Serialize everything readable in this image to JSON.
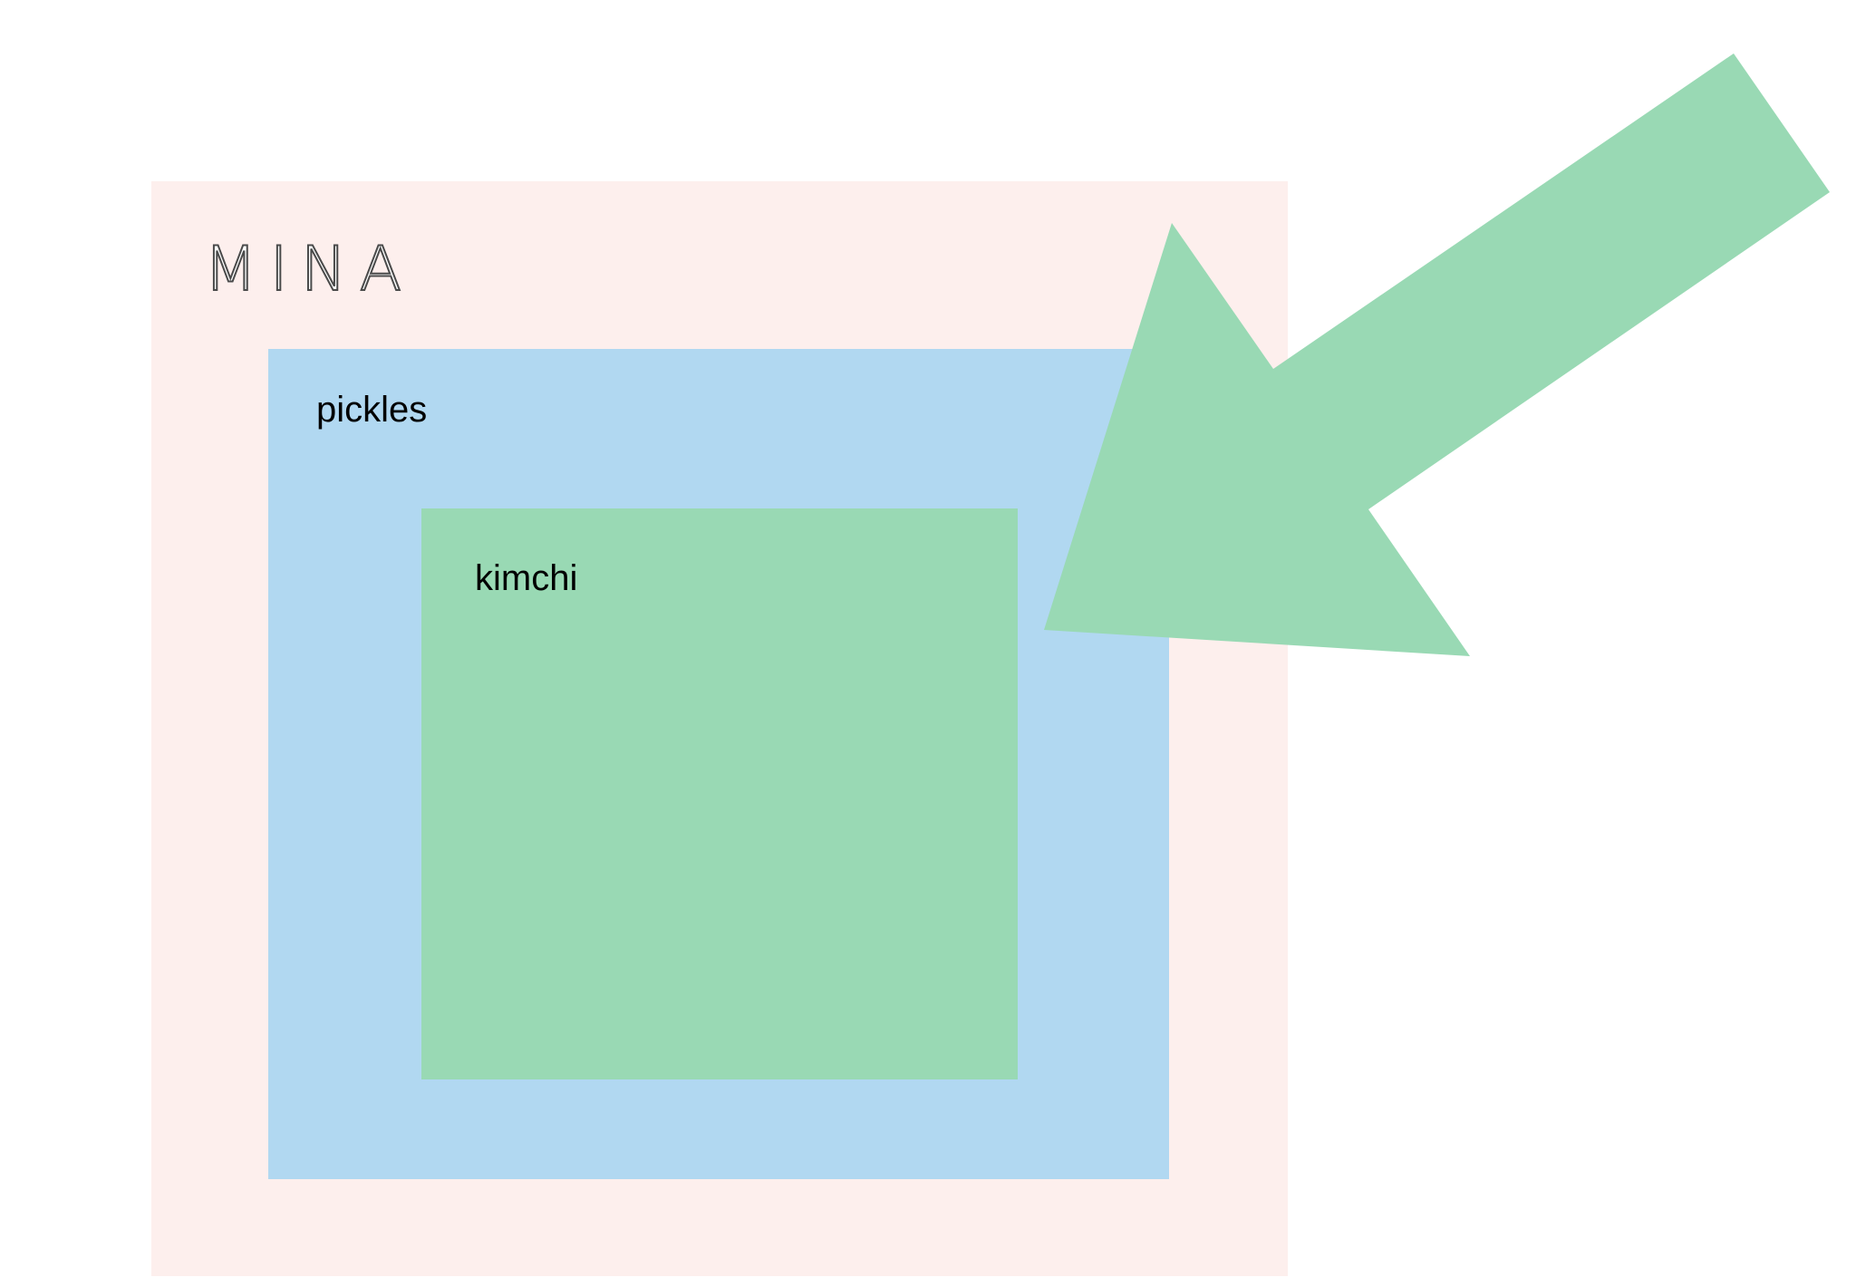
{
  "logo": {
    "text": "MINA"
  },
  "containers": [
    {
      "label": "pickles",
      "color": "#b1d8f1"
    },
    {
      "label": "kimchi",
      "color": "#99d9b4"
    }
  ],
  "outer_color": "#fdefed",
  "arrow": {
    "color": "#99d9b4",
    "direction": "down-left"
  }
}
